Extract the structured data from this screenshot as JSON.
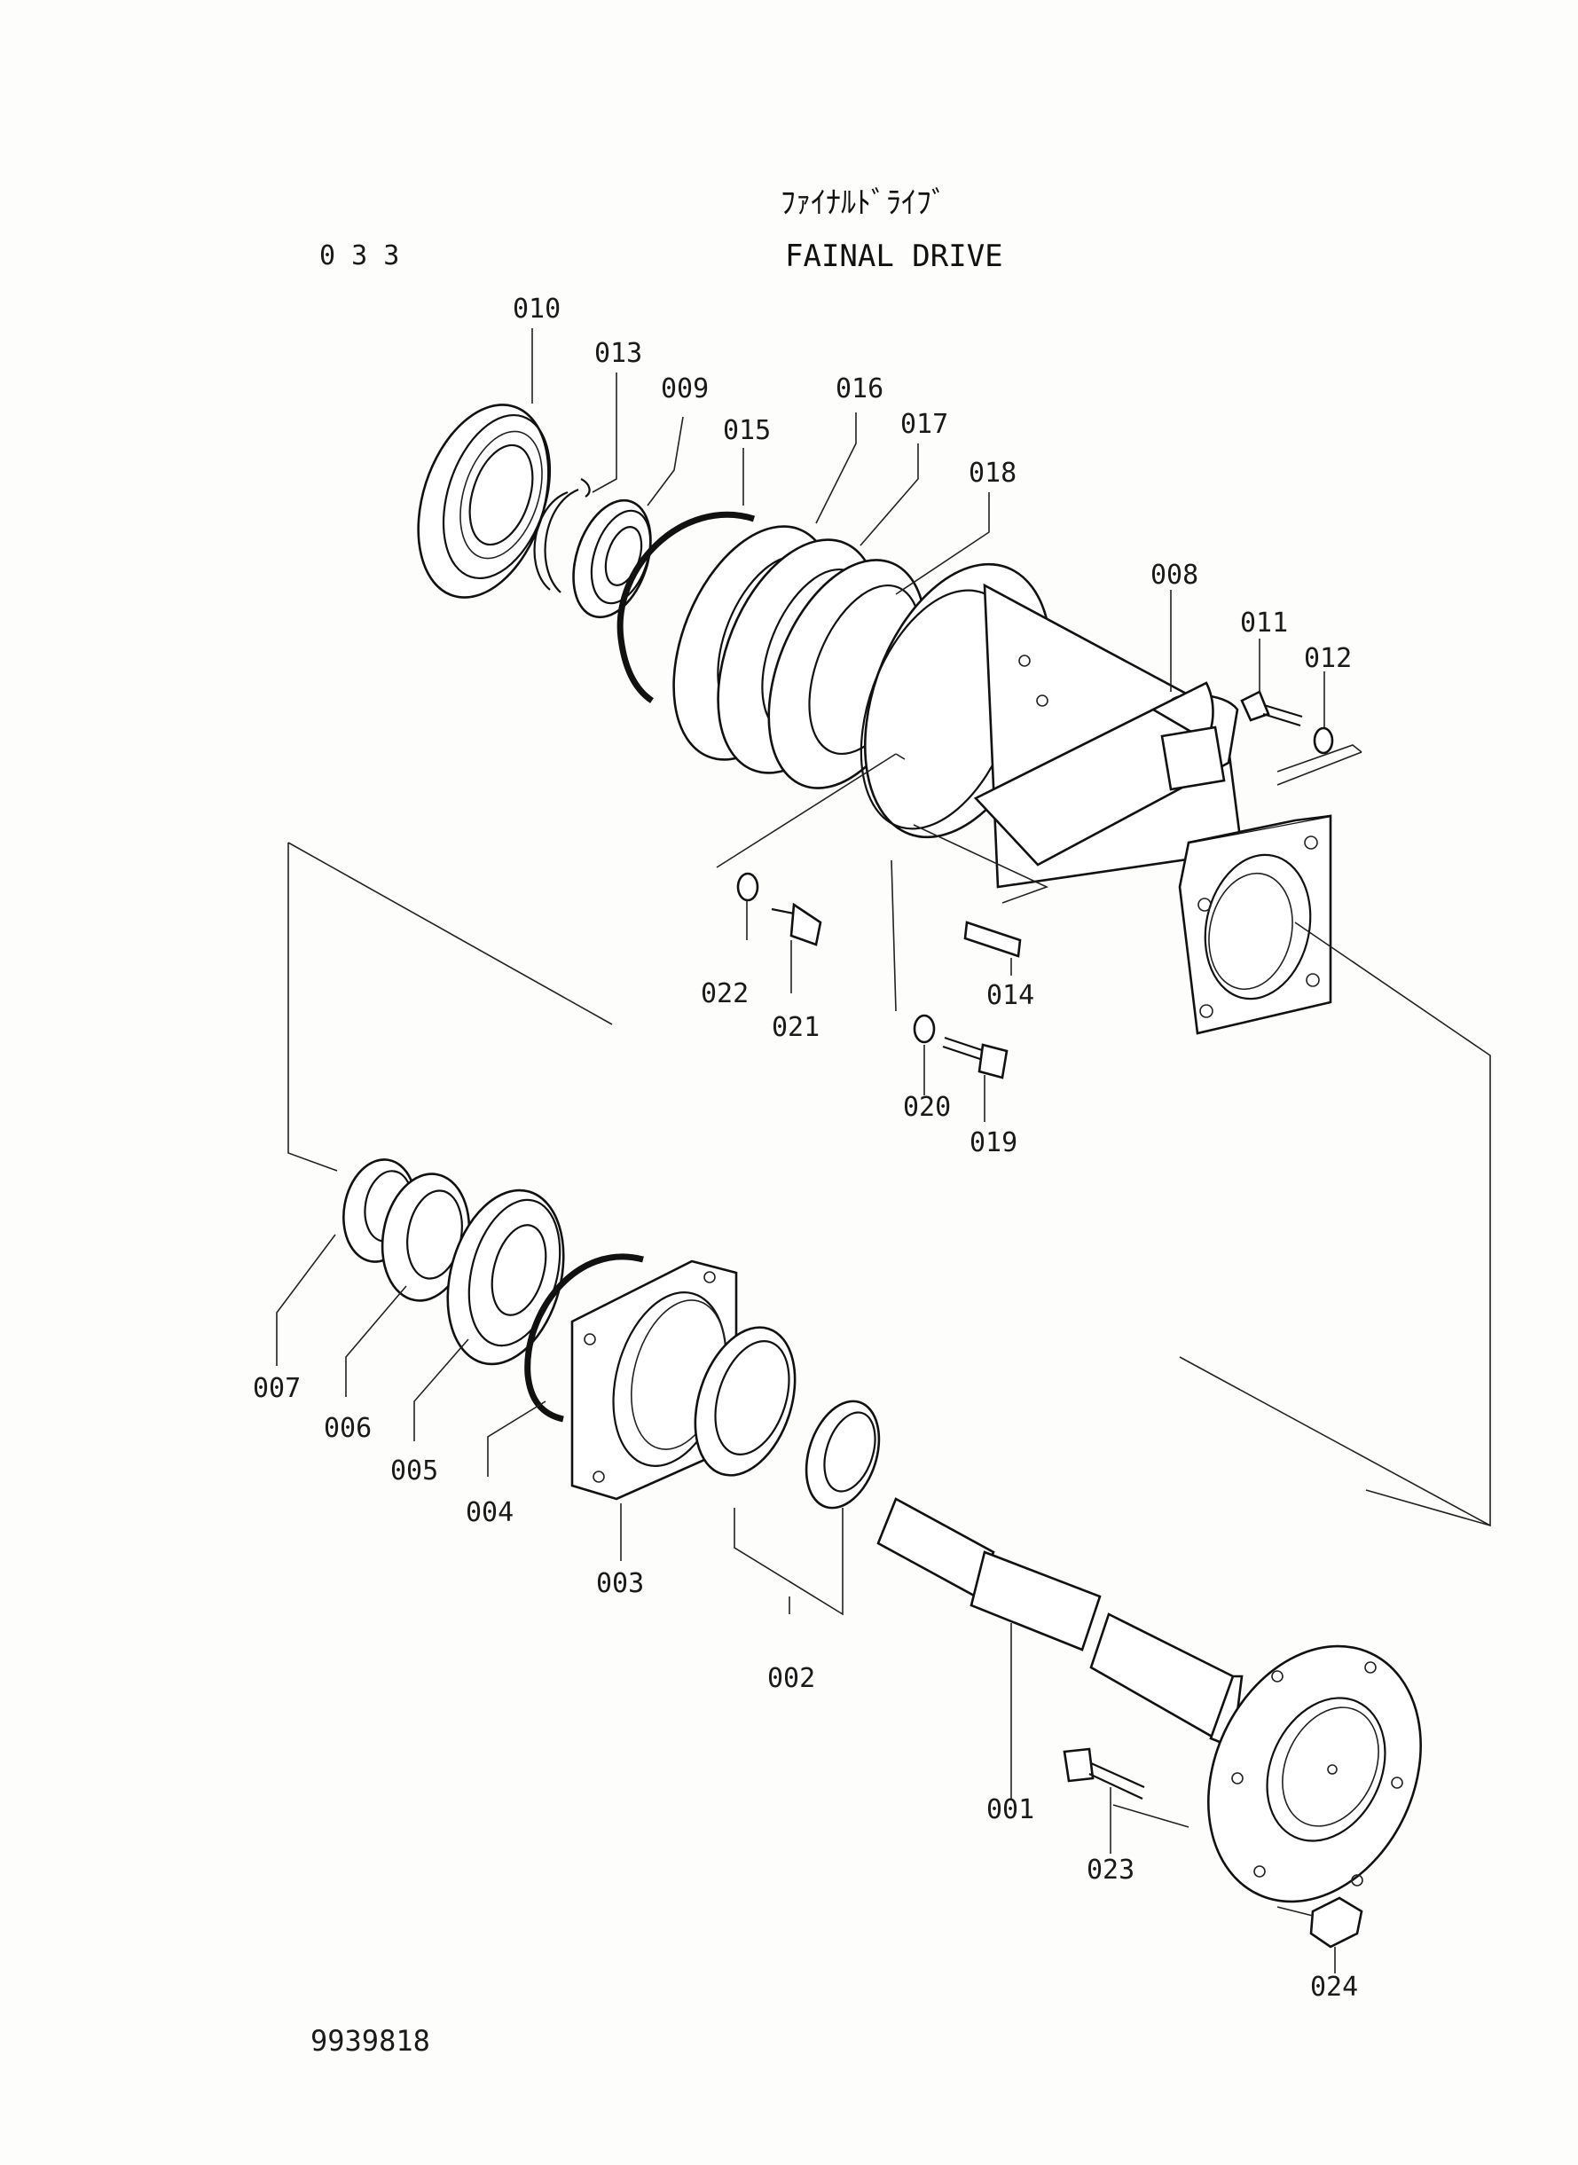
{
  "header": {
    "title_jp": "ﾌｧｲﾅﾙﾄﾞﾗｲﾌﾞ",
    "title_en": "FAINAL DRIVE",
    "group_no": "0 3 3"
  },
  "footer": {
    "drawing_no": "9939818"
  },
  "parts": [
    {
      "no": "001"
    },
    {
      "no": "002"
    },
    {
      "no": "003"
    },
    {
      "no": "004"
    },
    {
      "no": "005"
    },
    {
      "no": "006"
    },
    {
      "no": "007"
    },
    {
      "no": "008"
    },
    {
      "no": "009"
    },
    {
      "no": "010"
    },
    {
      "no": "011"
    },
    {
      "no": "012"
    },
    {
      "no": "013"
    },
    {
      "no": "014"
    },
    {
      "no": "015"
    },
    {
      "no": "016"
    },
    {
      "no": "017"
    },
    {
      "no": "018"
    },
    {
      "no": "019"
    },
    {
      "no": "020"
    },
    {
      "no": "021"
    },
    {
      "no": "022"
    },
    {
      "no": "023"
    },
    {
      "no": "024"
    }
  ]
}
